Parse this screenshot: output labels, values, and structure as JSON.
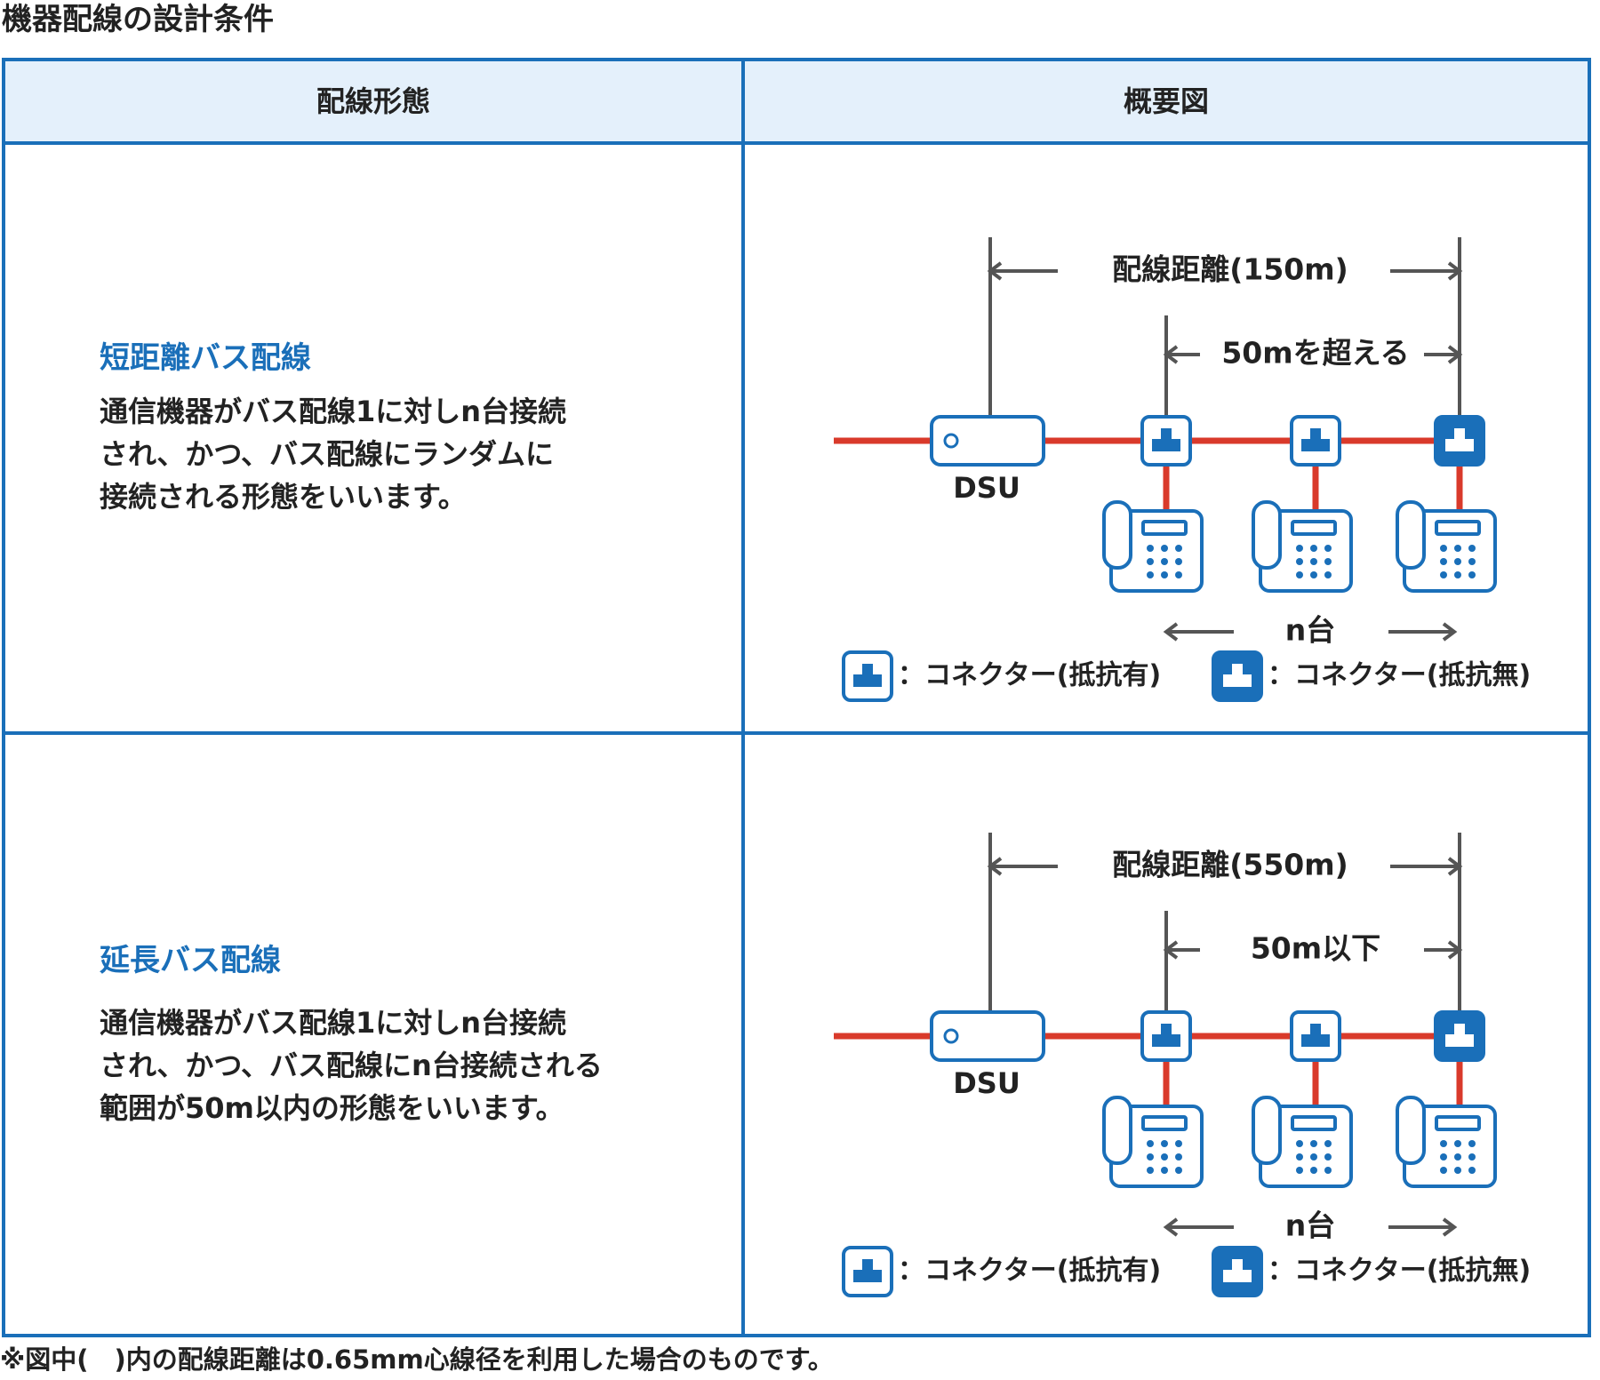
{
  "title": "機器配線の設計条件",
  "table": {
    "header": {
      "col1": "配線形態",
      "col2": "概要図"
    },
    "rows": [
      {
        "name": "短距離バス配線",
        "description": "通信機器がバス配線1に対しn台接続\nされ、かつ、バス配線にランダムに\n接続される形態をいいます。",
        "diagram": {
          "top_distance_label": "配線距離(150m)",
          "sub_distance_label": "50mを超える",
          "dsu_label": "DSU",
          "count_label": "n台",
          "legend_with_resistor": "：コネクター(抵抗有)",
          "legend_without_resistor": "：コネクター(抵抗無)"
        }
      },
      {
        "name": "延長バス配線",
        "description": "通信機器がバス配線1に対しn台接続\nされ、かつ、バス配線にn台接続される\n範囲が50m以内の形態をいいます。",
        "diagram": {
          "top_distance_label": "配線距離(550m)",
          "sub_distance_label": "50m以下",
          "dsu_label": "DSU",
          "count_label": "n台",
          "legend_with_resistor": "：コネクター(抵抗有)",
          "legend_without_resistor": "：コネクター(抵抗無)"
        }
      }
    ]
  },
  "footnote": "※図中(　)内の配線距離は0.65mm心線径を利用した場合のものです。",
  "colors": {
    "accent_blue": "#1a6fb9",
    "header_bg": "#e4f0fb",
    "bus_line_red": "#d93a2b",
    "dimension_gray": "#555555"
  },
  "icons": {
    "connector_with_resistor": "connector-outline-icon",
    "connector_without_resistor": "connector-filled-icon",
    "phone": "telephone-icon",
    "dsu": "dsu-device-icon"
  }
}
